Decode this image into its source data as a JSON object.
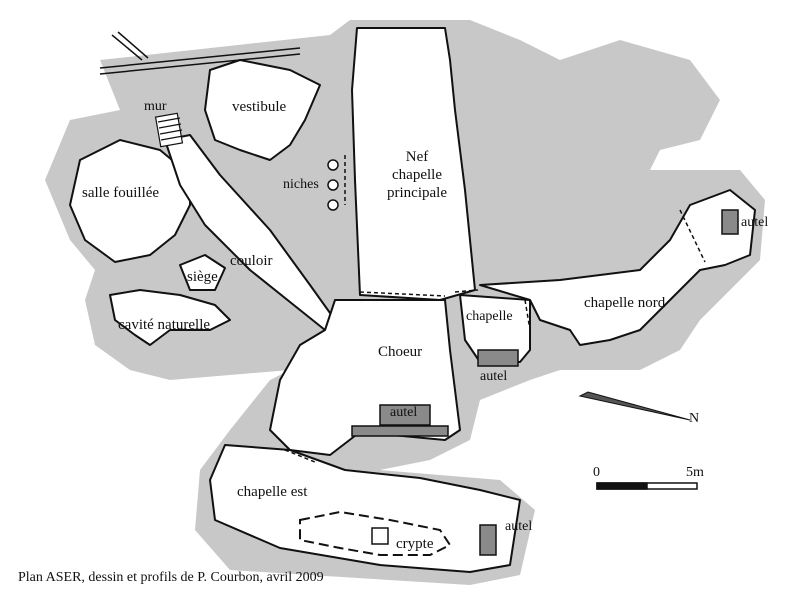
{
  "labels": {
    "vestibule": "vestibule",
    "mur": "mur",
    "nef_line1": "Nef",
    "nef_line2": "chapelle",
    "nef_line3": "principale",
    "niches": "niches",
    "salle_fouillee": "salle fouillée",
    "couloir": "couloir",
    "siege": "siège",
    "cavite_naturelle": "cavité naturelle",
    "autel_nord": "autel",
    "chapelle_nord": "chapelle nord",
    "chapelle": "chapelle",
    "autel_chapelle": "autel",
    "choeur": "Choeur",
    "autel_choeur": "autel",
    "chapelle_est": "chapelle est",
    "crypte": "crypte",
    "autel_est": "autel"
  },
  "north_arrow": {
    "label": "N"
  },
  "scale_bar": {
    "start_label": "0",
    "end_label": "5m"
  },
  "caption": "Plan ASER, dessin et profils de P. Courbon, avril 2009",
  "colors": {
    "rock": "#c8c8c8",
    "floor": "#ffffff",
    "wall": "#111111"
  }
}
